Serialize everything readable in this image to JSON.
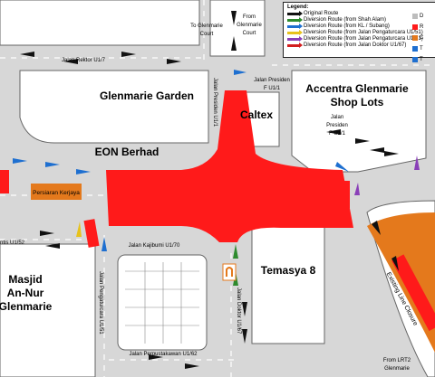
{
  "legend": {
    "title": "Legend:",
    "items": [
      {
        "label": "Original Route",
        "color": "#111111"
      },
      {
        "label": "Diversion Route (from Shah Alam)",
        "color": "#2e8b2e"
      },
      {
        "label": "Diversion Route (from KL / Subang)",
        "color": "#1e6fd0"
      },
      {
        "label": "Diversion Route (from Jalan Pengaturcara U1/51)",
        "color": "#e7c21c"
      },
      {
        "label": "Diversion Route (from Jalan Pengaturcara U1/51)",
        "color": "#8a3fb8"
      },
      {
        "label": "Diversion Route (from Jalan Doktor U1/67)",
        "color": "#d21e1e"
      }
    ],
    "extra_labels": [
      "D",
      "R",
      "C",
      "T",
      "T"
    ]
  },
  "colors": {
    "closure": "#ff1a1a",
    "construction": "#e4791c",
    "road": "#d7d7d7",
    "block": "#ffffff",
    "outline": "#666666"
  },
  "places": {
    "glenmarie_garden": "Glenmarie Garden",
    "accentra_line1": "Accentra Glenmarie",
    "accentra_line2": "Shop Lots",
    "caltex": "Caltex",
    "eon": "EON Berhad",
    "masjid_1": "Masjid",
    "masjid_2": "An-Nur",
    "masjid_3": "Glenmarie",
    "temasya": "Temasya 8",
    "persiaran": "Persiaran Kerjaya",
    "existing_line": "Existing Line Closure"
  },
  "streets": {
    "to_glenmarie_court_1": "To Glenmarie",
    "to_glenmarie_court_2": "Court",
    "from_glenmarie_court_1": "From",
    "from_glenmarie_court_2": "Glenmarie",
    "from_glenmarie_court_3": "Court",
    "jalan_rektor": "Jalan Rektor U1/7",
    "jalan_presiden_v": "Jalan Presiden U1/1",
    "jalan_presiden_h1": "Jalan Presiden",
    "jalan_presiden_h2": "F U1/1",
    "jalan_presiden_i1": "Jalan",
    "jalan_presiden_i2": "Presiden",
    "jalan_presiden_i3": "F U1/1",
    "jalan_kajibumi": "Jalan Kajibumi U1/70",
    "jalan_pengaturcara": "Jalan Pengaturcara U1/51",
    "jalan_doktor": "Jalan Doktor U1/67",
    "jalan_perpustakawan": "Jalan Perpustakawan U1/62",
    "jalan_saintis": "ntis U1/52",
    "from_lrt2_1": "From LRT2",
    "from_lrt2_2": "Glenmarie"
  }
}
